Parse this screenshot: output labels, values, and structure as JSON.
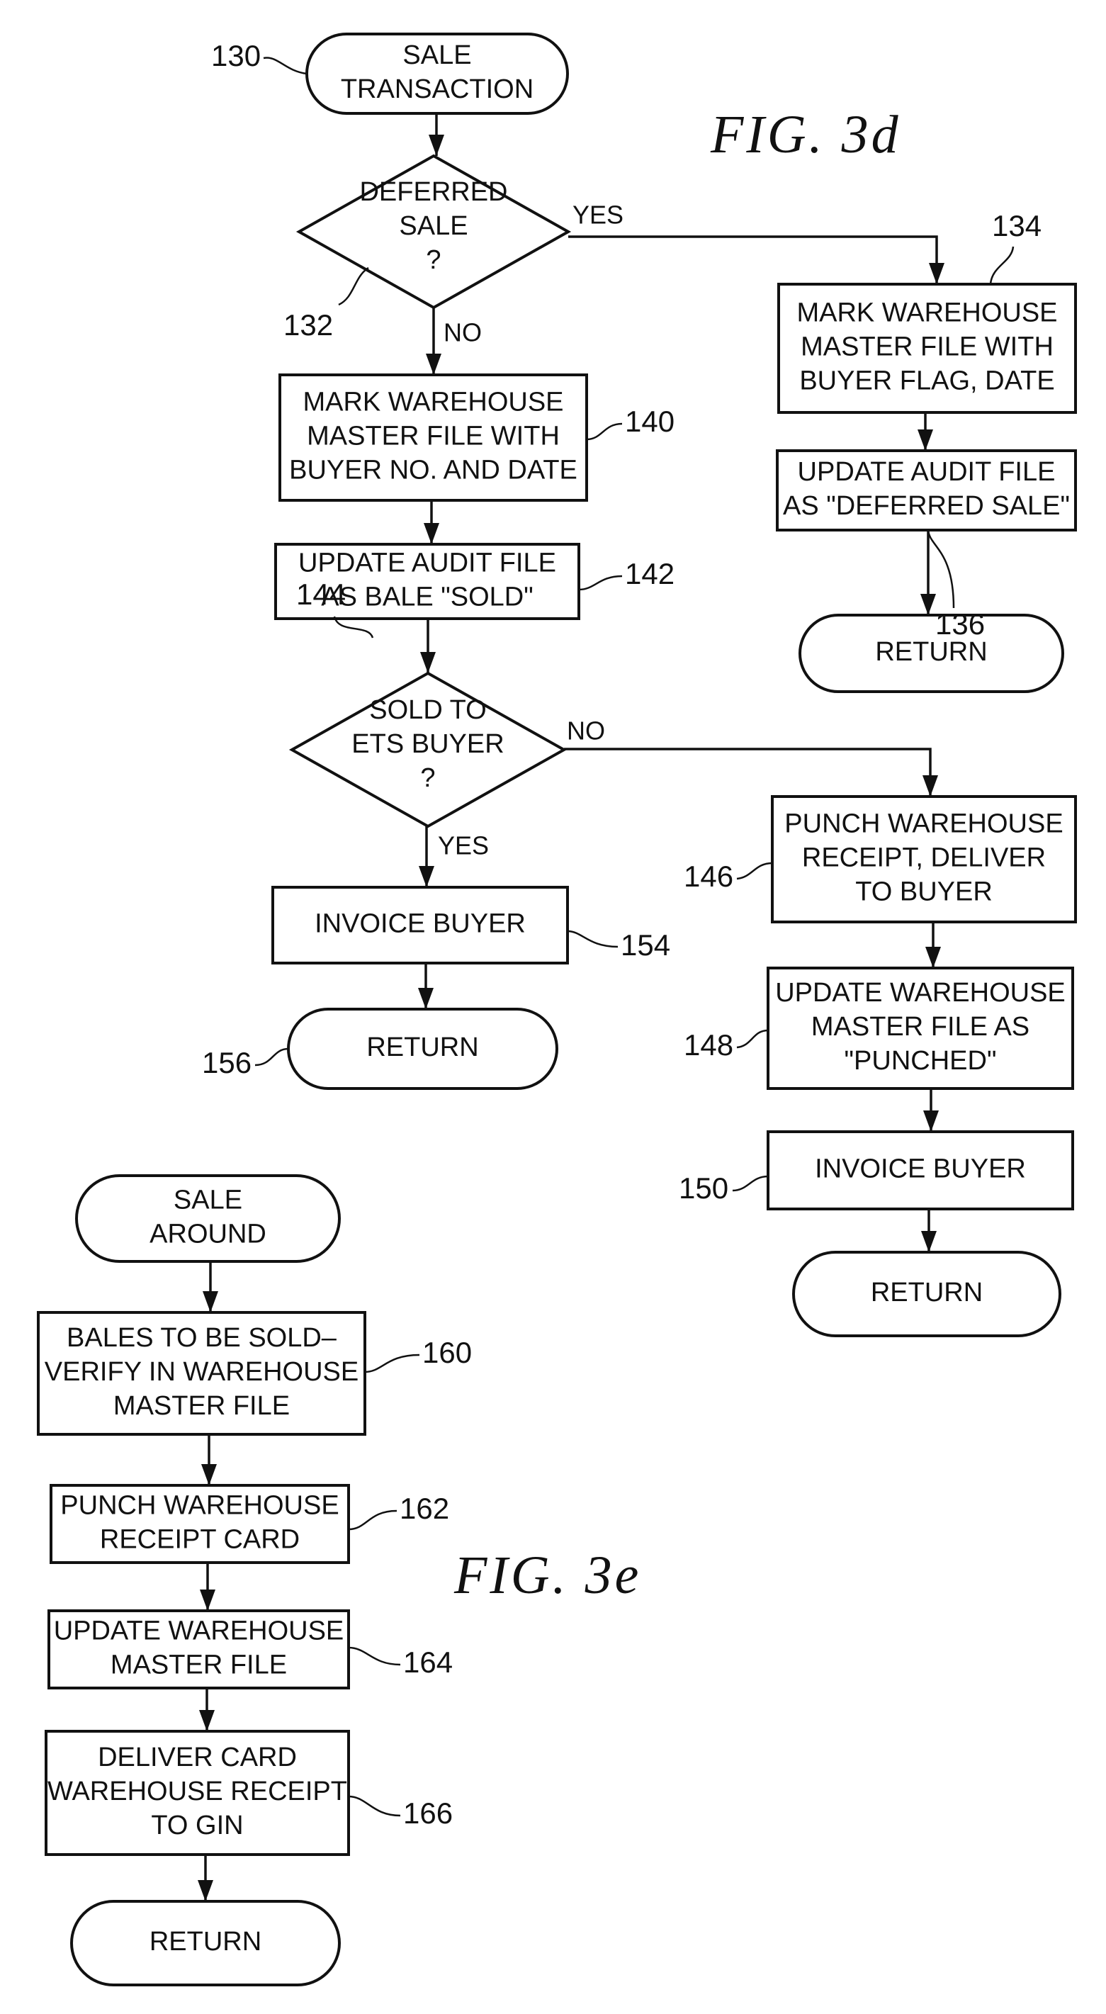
{
  "figures": [
    {
      "id": "fig-3d",
      "caption": "FIG. 3d",
      "nodes": [
        {
          "id": "130",
          "type": "terminal",
          "ref": "130",
          "lines": [
            "SALE",
            "TRANSACTION"
          ]
        },
        {
          "id": "132",
          "type": "decision",
          "ref": "132",
          "lines": [
            "DEFERRED",
            "SALE",
            "?"
          ]
        },
        {
          "id": "134",
          "type": "process",
          "ref": "134",
          "lines": [
            "MARK WAREHOUSE",
            "MASTER FILE WITH",
            "BUYER FLAG, DATE"
          ]
        },
        {
          "id": "136",
          "type": "process",
          "ref": "136",
          "lines": [
            "UPDATE AUDIT FILE",
            "AS \"DEFERRED SALE\""
          ]
        },
        {
          "id": "ret-136",
          "type": "terminal",
          "ref": "",
          "lines": [
            "RETURN"
          ]
        },
        {
          "id": "140",
          "type": "process",
          "ref": "140",
          "lines": [
            "MARK WAREHOUSE",
            "MASTER FILE WITH",
            "BUYER NO. AND DATE"
          ]
        },
        {
          "id": "142",
          "type": "process",
          "ref": "142",
          "lines": [
            "UPDATE AUDIT FILE",
            "AS BALE \"SOLD\""
          ]
        },
        {
          "id": "144",
          "type": "decision",
          "ref": "144",
          "lines": [
            "SOLD TO",
            "ETS BUYER",
            "?"
          ]
        },
        {
          "id": "154",
          "type": "process",
          "ref": "154",
          "lines": [
            "INVOICE BUYER"
          ]
        },
        {
          "id": "156",
          "type": "terminal",
          "ref": "156",
          "lines": [
            "RETURN"
          ]
        },
        {
          "id": "146",
          "type": "process",
          "ref": "146",
          "lines": [
            "PUNCH WAREHOUSE",
            "RECEIPT, DELIVER",
            "TO BUYER"
          ]
        },
        {
          "id": "148",
          "type": "process",
          "ref": "148",
          "lines": [
            "UPDATE WAREHOUSE",
            "MASTER FILE AS",
            "\"PUNCHED\""
          ]
        },
        {
          "id": "150",
          "type": "process",
          "ref": "150",
          "lines": [
            "INVOICE BUYER"
          ]
        },
        {
          "id": "ret-150",
          "type": "terminal",
          "ref": "",
          "lines": [
            "RETURN"
          ]
        }
      ],
      "edges": [
        {
          "from": "130",
          "to": "132",
          "label": ""
        },
        {
          "from": "132",
          "to": "134",
          "label": "YES"
        },
        {
          "from": "132",
          "to": "140",
          "label": "NO"
        },
        {
          "from": "134",
          "to": "136",
          "label": ""
        },
        {
          "from": "136",
          "to": "ret-136",
          "label": ""
        },
        {
          "from": "140",
          "to": "142",
          "label": ""
        },
        {
          "from": "142",
          "to": "144",
          "label": ""
        },
        {
          "from": "144",
          "to": "154",
          "label": "YES"
        },
        {
          "from": "144",
          "to": "146",
          "label": "NO"
        },
        {
          "from": "154",
          "to": "156",
          "label": ""
        },
        {
          "from": "146",
          "to": "148",
          "label": ""
        },
        {
          "from": "148",
          "to": "150",
          "label": ""
        },
        {
          "from": "150",
          "to": "ret-150",
          "label": ""
        }
      ]
    },
    {
      "id": "fig-3e",
      "caption": "FIG. 3e",
      "nodes": [
        {
          "id": "start-3e",
          "type": "terminal",
          "ref": "",
          "lines": [
            "SALE",
            "AROUND"
          ]
        },
        {
          "id": "160",
          "type": "process",
          "ref": "160",
          "lines": [
            "BALES TO BE SOLD–",
            "VERIFY IN WAREHOUSE",
            "MASTER FILE"
          ]
        },
        {
          "id": "162",
          "type": "process",
          "ref": "162",
          "lines": [
            "PUNCH WAREHOUSE",
            "RECEIPT CARD"
          ]
        },
        {
          "id": "164",
          "type": "process",
          "ref": "164",
          "lines": [
            "UPDATE WAREHOUSE",
            "MASTER FILE"
          ]
        },
        {
          "id": "166",
          "type": "process",
          "ref": "166",
          "lines": [
            "DELIVER CARD",
            "WAREHOUSE RECEIPT",
            "TO GIN"
          ]
        },
        {
          "id": "ret-3e",
          "type": "terminal",
          "ref": "",
          "lines": [
            "RETURN"
          ]
        }
      ],
      "edges": [
        {
          "from": "start-3e",
          "to": "160",
          "label": ""
        },
        {
          "from": "160",
          "to": "162",
          "label": ""
        },
        {
          "from": "162",
          "to": "164",
          "label": ""
        },
        {
          "from": "164",
          "to": "166",
          "label": ""
        },
        {
          "from": "166",
          "to": "ret-3e",
          "label": ""
        }
      ]
    }
  ]
}
